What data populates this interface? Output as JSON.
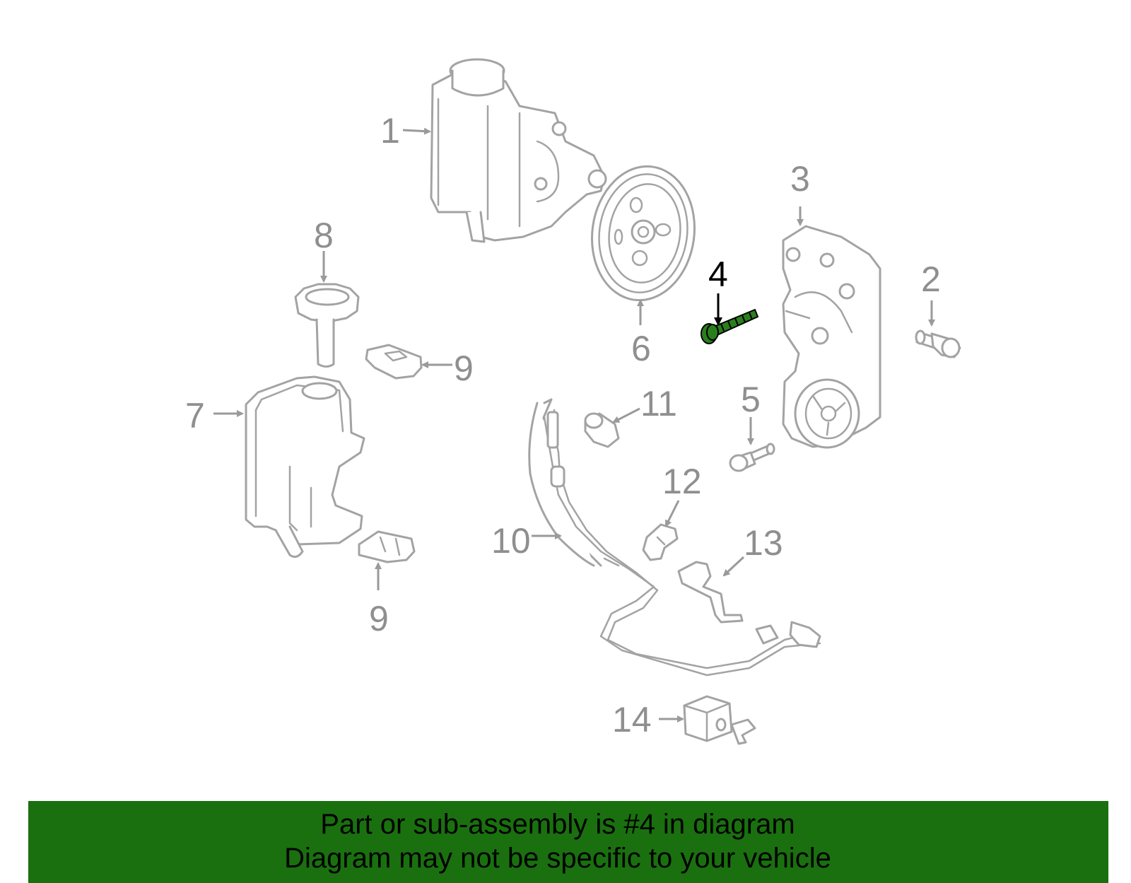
{
  "callouts": {
    "n1": "1",
    "n2": "2",
    "n3": "3",
    "n4": "4",
    "n5": "5",
    "n6": "6",
    "n7": "7",
    "n8": "8",
    "n9a": "9",
    "n9b": "9",
    "n10": "10",
    "n11": "11",
    "n12": "12",
    "n13": "13",
    "n14": "14"
  },
  "highlight": {
    "part_number": "4",
    "color": "#1a700f"
  },
  "banner": {
    "line1": "Part or sub-assembly is #4 in diagram",
    "line2": "Diagram may not be specific to your vehicle",
    "background": "#1a700f"
  },
  "colors": {
    "part_stroke": "#a3a3a3",
    "label": "#8f8f8f",
    "highlight_label": "#000000"
  }
}
